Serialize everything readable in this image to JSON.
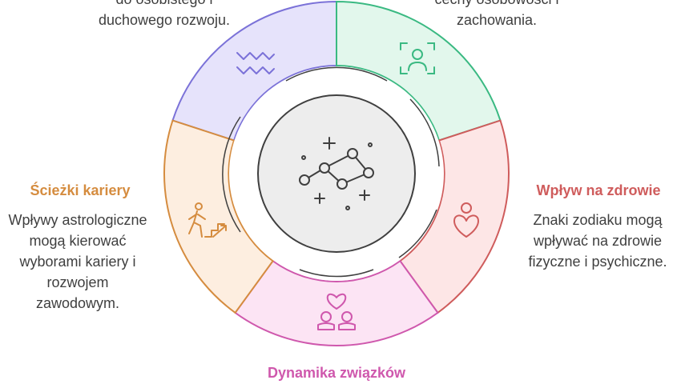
{
  "colors": {
    "purple_fill": "#e6e3fb",
    "purple_stroke": "#7b72d8",
    "green_fill": "#e2f7ec",
    "green_stroke": "#3ab982",
    "red_fill": "#fde6e6",
    "red_stroke": "#cf5c5c",
    "pink_fill": "#fce4f4",
    "pink_stroke": "#cf58ad",
    "orange_fill": "#fdeee0",
    "orange_stroke": "#d58c3f",
    "hub_fill": "#ededed",
    "hub_stroke": "#3f3f3f"
  },
  "segments": {
    "spiritual": {
      "description": "do osobistego i duchowego rozwoju."
    },
    "personality": {
      "description": "cechy osobowości i zachowania."
    },
    "health": {
      "title": "Wpływ na zdrowie",
      "description": "Znaki zodiaku mogą wpływać na zdrowie fizyczne i psychiczne."
    },
    "relationships": {
      "title": "Dynamika związków"
    },
    "career": {
      "title": "Ścieżki kariery",
      "description": "Wpływy astrologiczne mogą kierować wyborami kariery i rozwojem zawodowym."
    }
  },
  "icons": {
    "spiritual": "wave-icon",
    "personality": "person-frame-icon",
    "health": "heart-person-icon",
    "relationships": "couple-heart-icon",
    "career": "climbing-stairs-icon",
    "center": "constellation-icon"
  }
}
